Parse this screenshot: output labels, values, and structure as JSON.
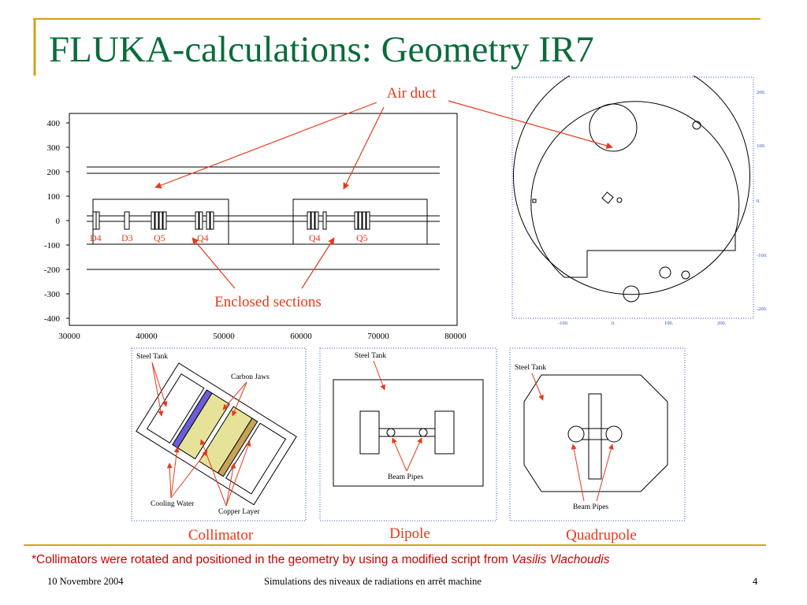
{
  "slide": {
    "title": "FLUKA-calculations: Geometry IR7",
    "footnote_text": "*Collimators were rotated and positioned in the geometry by using a modified script from ",
    "footnote_author": "Vasilis Vlachoudis",
    "footer_left": "10 Novembre 2004",
    "footer_center": "Simulations des niveaux de radiations en arrêt machine",
    "page_number": "4"
  },
  "annotations": {
    "air_duct": "Air duct",
    "enclosed_sections": "Enclosed sections"
  },
  "side_view": {
    "y_ticks": [
      "400",
      "300",
      "200",
      "100",
      "0",
      "-100",
      "-200",
      "-300",
      "-400"
    ],
    "x_ticks": [
      "30000",
      "40000",
      "50000",
      "60000",
      "70000",
      "80000"
    ],
    "magnets": [
      "D4",
      "D3",
      "Q5",
      "Q4",
      "Q4",
      "Q5"
    ]
  },
  "cross_section": {
    "x_ticks": [
      "-100.",
      "0.",
      "100.",
      "200."
    ],
    "y_ticks": [
      "200.",
      "100.",
      "0.",
      "-100.",
      "-200."
    ]
  },
  "insets": {
    "collimator": {
      "caption": "Collimator",
      "labels": [
        "Steel Tank",
        "Carbon Jaws",
        "Cooling Water",
        "Copper Layer"
      ]
    },
    "dipole": {
      "caption": "Dipole",
      "labels": [
        "Steel Tank",
        "Beam Pipes"
      ]
    },
    "quadrupole": {
      "caption": "Quadrupole",
      "labels": [
        "Steel Tank",
        "Beam Pipes"
      ]
    }
  },
  "colors": {
    "title": "#0b6b3a",
    "accent": "#d4a017",
    "annotation": "#e8381a",
    "axis_blue": "#3355cc",
    "jaw_fill": "#e6e29a",
    "cooling_fill": "#6b5fd6",
    "copper_fill": "#c7a35a"
  }
}
